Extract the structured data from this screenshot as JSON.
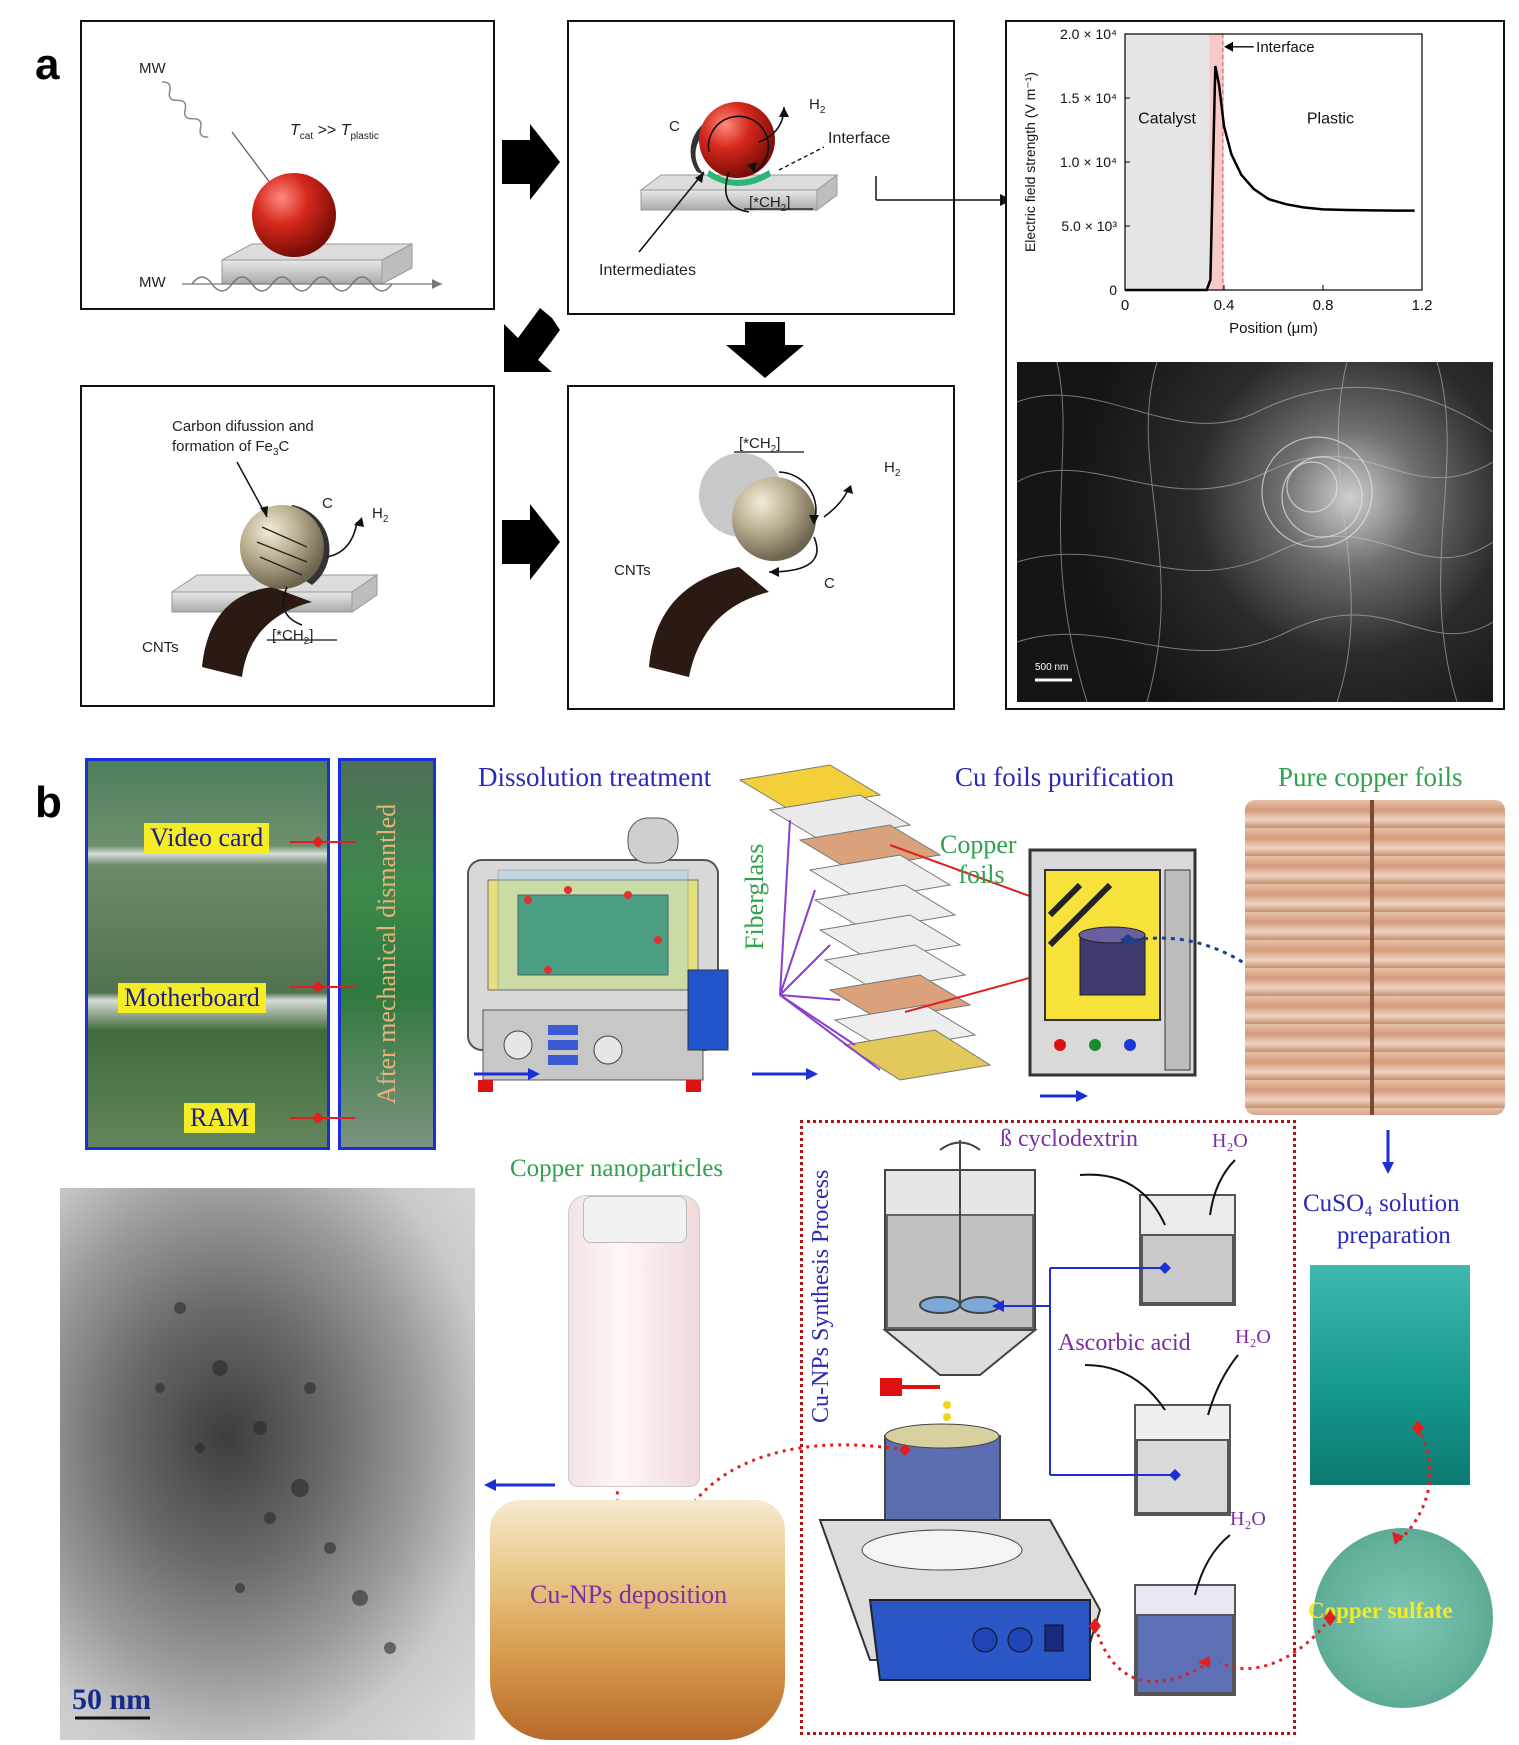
{
  "panel_a": {
    "letter": "a",
    "box1": {
      "mw_top": "MW",
      "mw_bottom": "MW",
      "t_cat": "T",
      "t_cat_sub": "cat",
      "gg": " >> ",
      "t_plastic": "T",
      "t_plastic_sub": "plastic"
    },
    "box2": {
      "c": "C",
      "h2": "H",
      "h2_sub": "2",
      "interface": "Interface",
      "intermediates": "Intermediates",
      "ch2": "[*CH",
      "ch2_sub": "2",
      "ch2_close": "]"
    },
    "box3": {
      "carbon_line1": "Carbon difussion and",
      "carbon_line2": "formation of Fe",
      "fe3c_sub": "3",
      "fe3c_tail": "C",
      "c": "C",
      "h2": "H",
      "h2_sub": "2",
      "cnts": "CNTs",
      "ch2": "[*CH",
      "ch2_sub": "2",
      "ch2_close": "]"
    },
    "box4": {
      "ch2": "[*CH",
      "ch2_sub": "2",
      "ch2_close": "]",
      "h2": "H",
      "h2_sub": "2",
      "cnts": "CNTs",
      "c": "C"
    },
    "sem_scale": "500 nm"
  },
  "chart_data": {
    "type": "line",
    "xlabel": "Position (μm)",
    "ylabel": "Electric field strength (V m⁻¹)",
    "xlim": [
      0,
      1.2
    ],
    "ylim": [
      0,
      20000
    ],
    "x_ticks": [
      "0",
      "0.4",
      "0.8",
      "1.2"
    ],
    "x_tick_values": [
      0,
      0.4,
      0.8,
      1.2
    ],
    "y_ticks": [
      "0",
      "5.0 × 10³",
      "1.0 × 10⁴",
      "1.5 × 10⁴",
      "2.0 × 10⁴"
    ],
    "y_tick_values": [
      0,
      5000,
      10000,
      15000,
      20000
    ],
    "regions": [
      {
        "label": "Catalyst",
        "x_from": 0,
        "x_to": 0.34,
        "color": "#e6e6e6"
      },
      {
        "label": "",
        "x_from": 0.34,
        "x_to": 0.4,
        "color": "#f7c9c9"
      }
    ],
    "annotations": {
      "interface": "Interface",
      "plastic": "Plastic"
    },
    "x": [
      0,
      0.33,
      0.345,
      0.365,
      0.38,
      0.4,
      0.43,
      0.47,
      0.52,
      0.58,
      0.65,
      0.72,
      0.8,
      0.9,
      1.0,
      1.1,
      1.17
    ],
    "y": [
      0,
      0,
      800,
      17500,
      16000,
      12800,
      10600,
      9000,
      7900,
      7100,
      6700,
      6450,
      6300,
      6250,
      6220,
      6200,
      6200
    ],
    "line_color": "#000000"
  },
  "panel_b": {
    "letter": "b",
    "video_card": "Video card",
    "motherboard": "Motherboard",
    "ram": "RAM",
    "after_mech": "After mechanical dismantled",
    "dissolution": "Dissolution treatment",
    "fiberglass": "Fiberglass",
    "copper_foils_1": "Copper",
    "copper_foils_2": "foils",
    "cu_purification": "Cu foils purification",
    "pure_copper": "Pure copper foils",
    "cuso4_1": "CuSO₄ solution",
    "cuso4_2": "preparation",
    "copper_sulfate": "Copper sulfate",
    "b_cyclodextrin": "ß cyclodextrin",
    "ascorbic": "Ascorbic acid",
    "h2o": "H₂O",
    "synthesis": "Cu-NPs Synthesis Process",
    "copper_np": "Copper nanoparticles",
    "deposition": "Cu-NPs deposition",
    "tem_scale": "50 nm"
  }
}
